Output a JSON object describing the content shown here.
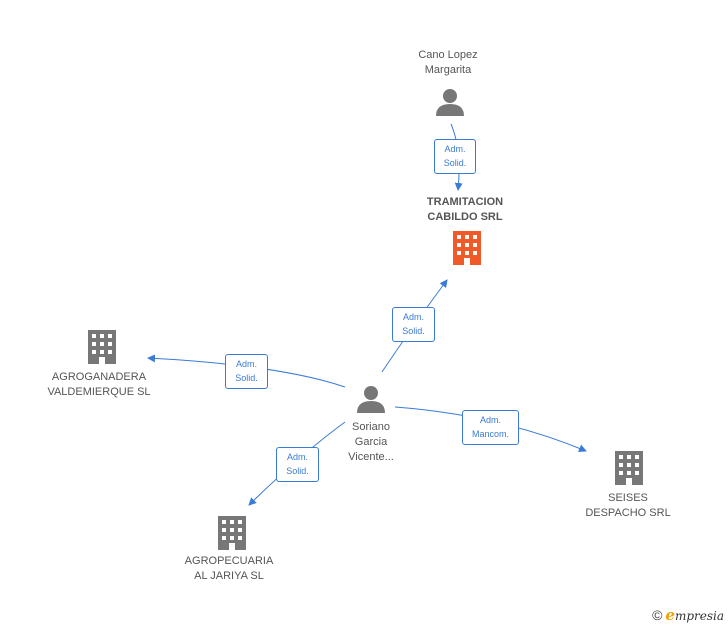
{
  "nodes": {
    "cano": {
      "label": "Cano Lopez\nMargarita",
      "type": "person"
    },
    "tramitacion": {
      "label": "TRAMITACION\nCABILDO SRL",
      "type": "company-highlight"
    },
    "soriano": {
      "label": "Soriano\nGarcia\nVicente...",
      "type": "person"
    },
    "agroganadera": {
      "label": "AGROGANADERA\nVALDEMIERQUE SL",
      "type": "company"
    },
    "agropecuaria": {
      "label": "AGROPECUARIA\nAL JARIYA SL",
      "type": "company"
    },
    "seises": {
      "label": "SEISES\nDESPACHO SRL",
      "type": "company"
    }
  },
  "edges": {
    "cano_tramitacion": {
      "label": "Adm.\nSolid."
    },
    "soriano_tramitacion": {
      "label": "Adm.\nSolid."
    },
    "soriano_agroganadera": {
      "label": "Adm.\nSolid."
    },
    "soriano_agropecuaria": {
      "label": "Adm.\nSolid."
    },
    "soriano_seises": {
      "label": "Adm.\nMancom."
    }
  },
  "colors": {
    "edge": "#3a7bd5",
    "person_icon": "#777777",
    "company_icon": "#777777",
    "highlight_icon": "#f05a28"
  },
  "footer": {
    "copyright": "©",
    "brand_initial": "e",
    "brand_rest": "mpresia"
  }
}
